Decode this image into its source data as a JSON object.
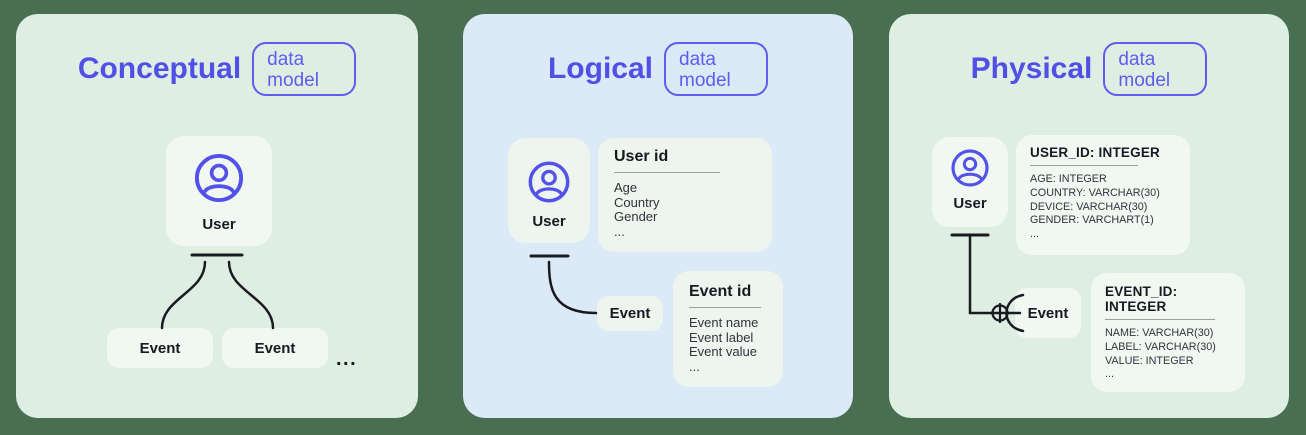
{
  "colors": {
    "background": "#4a6e52",
    "panel_green": "#dfeee3",
    "panel_blue": "#dce9f7",
    "card_surface": "#f1f8f2",
    "accent_purple": "#5150e6",
    "badge_purple": "#5f5cee",
    "text_dark": "#191922",
    "connector_line": "#1a1a22"
  },
  "panels": [
    {
      "title": "Conceptual",
      "badge_line1": "data",
      "badge_line2": "model",
      "entity_user": "User",
      "event_left": "Event",
      "event_right": "Event",
      "ellipsis": "..."
    },
    {
      "title": "Logical",
      "badge_line1": "data",
      "badge_line2": "model",
      "entity_user": "User",
      "entity_event": "Event",
      "user_table": {
        "title": "User id",
        "rows": [
          "Age",
          "Country",
          "Gender",
          "..."
        ]
      },
      "event_table": {
        "title": "Event id",
        "rows": [
          "Event name",
          "Event label",
          "Event value",
          "..."
        ]
      }
    },
    {
      "title": "Physical",
      "badge_line1": "data",
      "badge_line2": "model",
      "entity_user": "User",
      "entity_event": "Event",
      "user_table": {
        "title": "USER_ID: INTEGER",
        "rows": [
          "AGE: INTEGER",
          "COUNTRY: VARCHAR(30)",
          "DEVICE: VARCHAR(30)",
          "GENDER: VARCHART(1)",
          "..."
        ]
      },
      "event_table": {
        "title": "EVENT_ID: INTEGER",
        "rows": [
          "NAME: VARCHAR(30)",
          "LABEL: VARCHAR(30)",
          "VALUE: INTEGER",
          "..."
        ]
      }
    }
  ]
}
